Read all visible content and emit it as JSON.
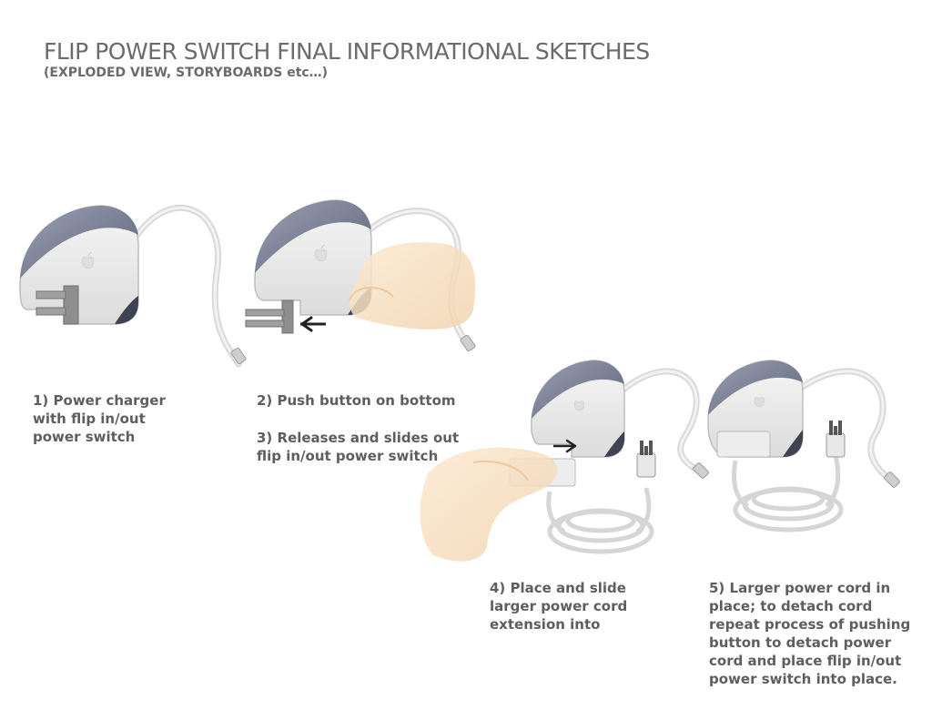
{
  "header": {
    "title": "FLIP POWER SWITCH FINAL INFORMATIONAL SKETCHES",
    "subtitle": "(EXPLODED VIEW, STORYBOARDS etc…)"
  },
  "steps": [
    {
      "text": "1) Power charger\nwith flip in/out\npower switch"
    },
    {
      "text": "2) Push button on bottom"
    },
    {
      "text": "3) Releases and slides out\nflip in/out power switch"
    },
    {
      "text": "4) Place and slide\nlarger power cord\nextension into"
    },
    {
      "text": "5) Larger power cord in\nplace; to detach cord\nrepeat process of pushing\nbutton to detach power\ncord and place flip in/out\npower switch into place."
    }
  ],
  "icons": [
    "apple-logo-icon",
    "arrow-left-icon",
    "arrow-right-icon"
  ],
  "colors": {
    "body": "#ececec",
    "top_shell": "#7d8396",
    "cable": "#e4e4e4",
    "prong": "#8a8a8a",
    "hand": "#f7dfbf",
    "text": "#5e5e5e"
  }
}
